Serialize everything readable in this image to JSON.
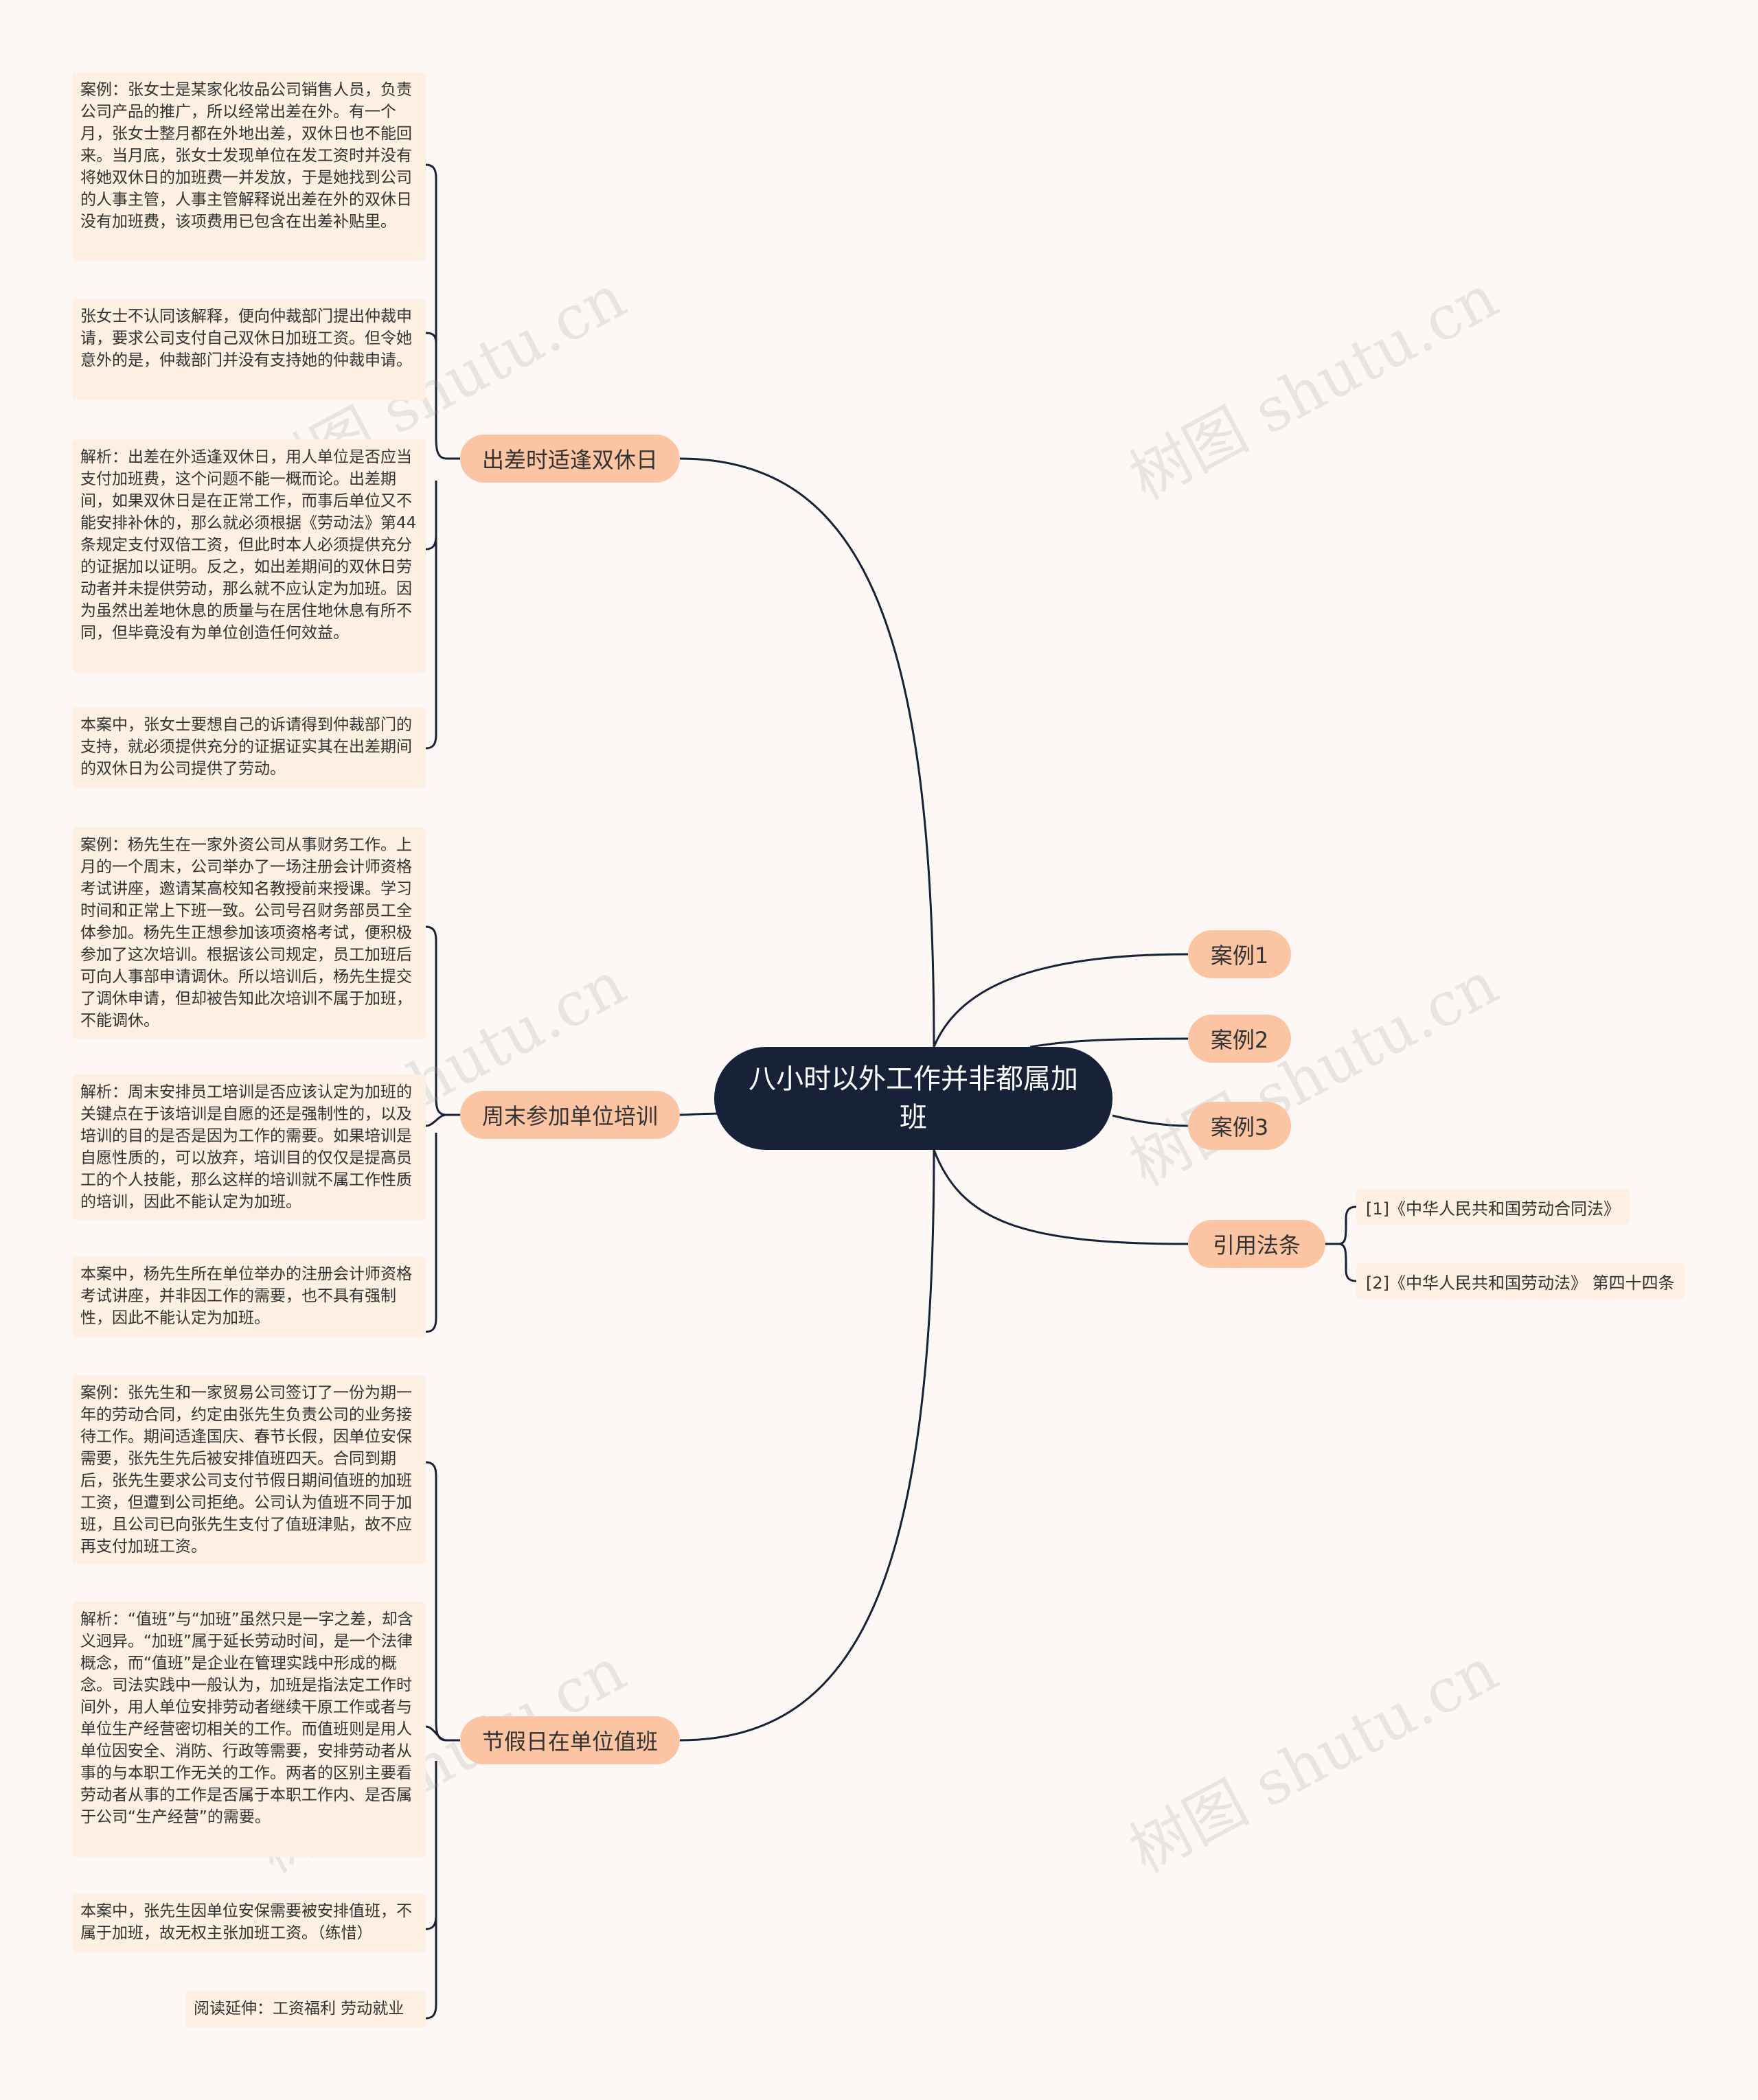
{
  "root": {
    "title": "八小时以外工作并非都属加班"
  },
  "branches": {
    "b1": {
      "label": "出差时适逢双休日"
    },
    "b2": {
      "label": "周末参加单位培训"
    },
    "b3": {
      "label": "节假日在单位值班"
    },
    "case1": {
      "label": "案例1"
    },
    "case2": {
      "label": "案例2"
    },
    "case3": {
      "label": "案例3"
    },
    "laws": {
      "label": "引用法条"
    }
  },
  "leaves": {
    "b1_1": "案例：张女士是某家化妆品公司销售人员，负责公司产品的推广，所以经常出差在外。有一个月，张女士整月都在外地出差，双休日也不能回来。当月底，张女士发现单位在发工资时并没有将她双休日的加班费一并发放，于是她找到公司的人事主管，人事主管解释说出差在外的双休日没有加班费，该项费用已包含在出差补贴里。",
    "b1_2": "张女士不认同该解释，便向仲裁部门提出仲裁申请，要求公司支付自己双休日加班工资。但令她意外的是，仲裁部门并没有支持她的仲裁申请。",
    "b1_3": "解析：出差在外适逢双休日，用人单位是否应当支付加班费，这个问题不能一概而论。出差期间，如果双休日是在正常工作，而事后单位又不能安排补休的，那么就必须根据《劳动法》第44条规定支付双倍工资，但此时本人必须提供充分的证据加以证明。反之，如出差期间的双休日劳动者并未提供劳动，那么就不应认定为加班。因为虽然出差地休息的质量与在居住地休息有所不同，但毕竟没有为单位创造任何效益。",
    "b1_4": "本案中，张女士要想自己的诉请得到仲裁部门的支持，就必须提供充分的证据证实其在出差期间的双休日为公司提供了劳动。",
    "b2_1": "案例：杨先生在一家外资公司从事财务工作。上月的一个周末，公司举办了一场注册会计师资格考试讲座，邀请某高校知名教授前来授课。学习时间和正常上下班一致。公司号召财务部员工全体参加。杨先生正想参加该项资格考试，便积极参加了这次培训。根据该公司规定，员工加班后可向人事部申请调休。所以培训后，杨先生提交了调休申请，但却被告知此次培训不属于加班，不能调休。",
    "b2_2": "解析：周末安排员工培训是否应该认定为加班的关键点在于该培训是自愿的还是强制性的，以及培训的目的是否是因为工作的需要。如果培训是自愿性质的，可以放弃，培训目的仅仅是提高员工的个人技能，那么这样的培训就不属工作性质的培训，因此不能认定为加班。",
    "b2_3": "本案中，杨先生所在单位举办的注册会计师资格考试讲座，并非因工作的需要，也不具有强制性，因此不能认定为加班。",
    "b3_1": "案例：张先生和一家贸易公司签订了一份为期一年的劳动合同，约定由张先生负责公司的业务接待工作。期间适逢国庆、春节长假，因单位安保需要，张先生先后被安排值班四天。合同到期后，张先生要求公司支付节假日期间值班的加班工资，但遭到公司拒绝。公司认为值班不同于加班，且公司已向张先生支付了值班津贴，故不应再支付加班工资。",
    "b3_2": "解析：“值班”与“加班”虽然只是一字之差，却含义迥异。“加班”属于延长劳动时间，是一个法律概念，而“值班”是企业在管理实践中形成的概念。司法实践中一般认为，加班是指法定工作时间外，用人单位安排劳动者继续干原工作或者与单位生产经营密切相关的工作。而值班则是用人单位因安全、消防、行政等需要，安排劳动者从事的与本职工作无关的工作。两者的区别主要看劳动者从事的工作是否属于本职工作内、是否属于公司“生产经营”的需要。",
    "b3_3": "本案中，张先生因单位安保需要被安排值班，不属于加班，故无权主张加班工资。（练惜）",
    "b3_4": "阅读延伸：工资福利 劳动就业",
    "law1": "[1]《中华人民共和国劳动合同法》",
    "law2": "[2]《中华人民共和国劳动法》 第四十四条"
  },
  "watermark": "树图 shutu.cn",
  "colors": {
    "background": "#fdf8f5",
    "root": "#172238",
    "branch": "#fbc4a3",
    "leaf": "#fdefe2",
    "line": "#172238"
  }
}
